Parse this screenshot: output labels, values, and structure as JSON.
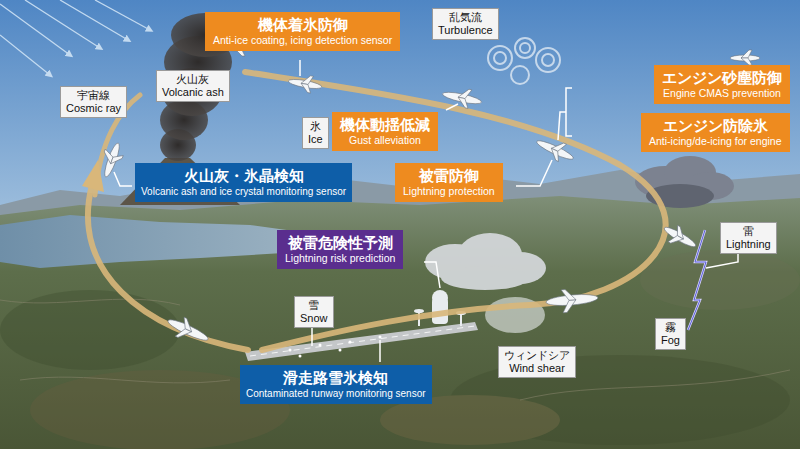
{
  "diagram": {
    "nodes": [
      {
        "text": [
          "機体着氷防御",
          "Anti-ice coating, icing detection sensor"
        ]
      },
      {
        "text": [
          "乱気流",
          "Turbulence"
        ]
      },
      {
        "text": [
          "宇宙線",
          "Cosmic ray"
        ]
      },
      {
        "text": [
          "火山灰",
          "Volcanic ash"
        ]
      },
      {
        "text": [
          "エンジン砂塵防御",
          "Engine CMAS prevention"
        ]
      },
      {
        "text": [
          "氷",
          "Ice"
        ]
      },
      {
        "text": [
          "機体動揺低減",
          "Gust alleviation"
        ]
      },
      {
        "text": [
          "エンジン防除氷",
          "Anti-icing/de-icing for engine"
        ]
      },
      {
        "text": [
          "火山灰・氷晶検知",
          "Volcanic ash and ice crystal monitoring sensor"
        ]
      },
      {
        "text": [
          "被雷防御",
          "Lightning protection"
        ]
      },
      {
        "text": [
          "雷",
          "Lightning"
        ]
      },
      {
        "text": [
          "被雷危険性予測",
          "Lightning risk prediction"
        ]
      },
      {
        "text": [
          "雪",
          "Snow"
        ]
      },
      {
        "text": [
          "霧",
          "Fog"
        ]
      },
      {
        "text": [
          "ウィンドシア",
          "Wind shear"
        ]
      },
      {
        "text": [
          "滑走路雪氷検知",
          "Contaminated runway monitoring sensor"
        ]
      }
    ]
  }
}
